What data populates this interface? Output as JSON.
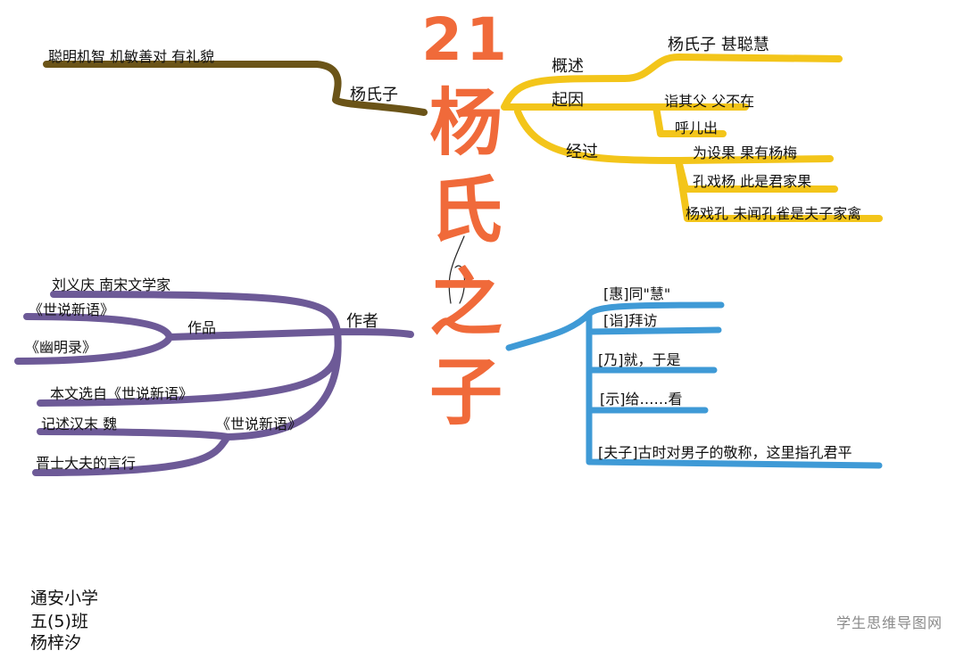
{
  "title": {
    "number": "21",
    "chars": [
      "杨",
      "氏",
      "之",
      "子"
    ]
  },
  "colors": {
    "title": "#f06a3a",
    "brown": "#6b5418",
    "yellow": "#f3c51a",
    "purple": "#6d5a97",
    "blue": "#3f9ad6"
  },
  "brown_branch": {
    "root": "杨氏子",
    "leaf": "聪明机智 机敏善对 有礼貌"
  },
  "yellow_branch": {
    "items": [
      {
        "label": "概述",
        "leaves": [
          "杨氏子 甚聪慧"
        ]
      },
      {
        "label": "起因",
        "leaves": [
          "诣其父 父不在",
          "呼儿出"
        ]
      },
      {
        "label": "经过",
        "leaves": [
          "为设果 果有杨梅",
          "孔戏杨 此是君家果",
          "杨戏孔 未闻孔雀是夫子家禽"
        ]
      }
    ]
  },
  "purple_branch": {
    "root": "作者",
    "author": "刘义庆 南宋文学家",
    "works_label": "作品",
    "works": [
      "《世说新语》",
      "《幽明录》"
    ],
    "source": "本文选自《世说新语》",
    "book_label": "《世说新语》",
    "book_items": [
      "记述汉末 魏",
      "晋士大夫的言行"
    ]
  },
  "blue_branch": {
    "items": [
      "[惠]同\"慧\"",
      "[诣]拜访",
      "[乃]就，于是",
      "[示]给……看",
      "[夫子]古时对男子的敬称，这里指孔君平"
    ]
  },
  "signature": [
    "通安小学",
    "五(5)班",
    "杨梓汐"
  ],
  "watermark": "学生思维导图网"
}
